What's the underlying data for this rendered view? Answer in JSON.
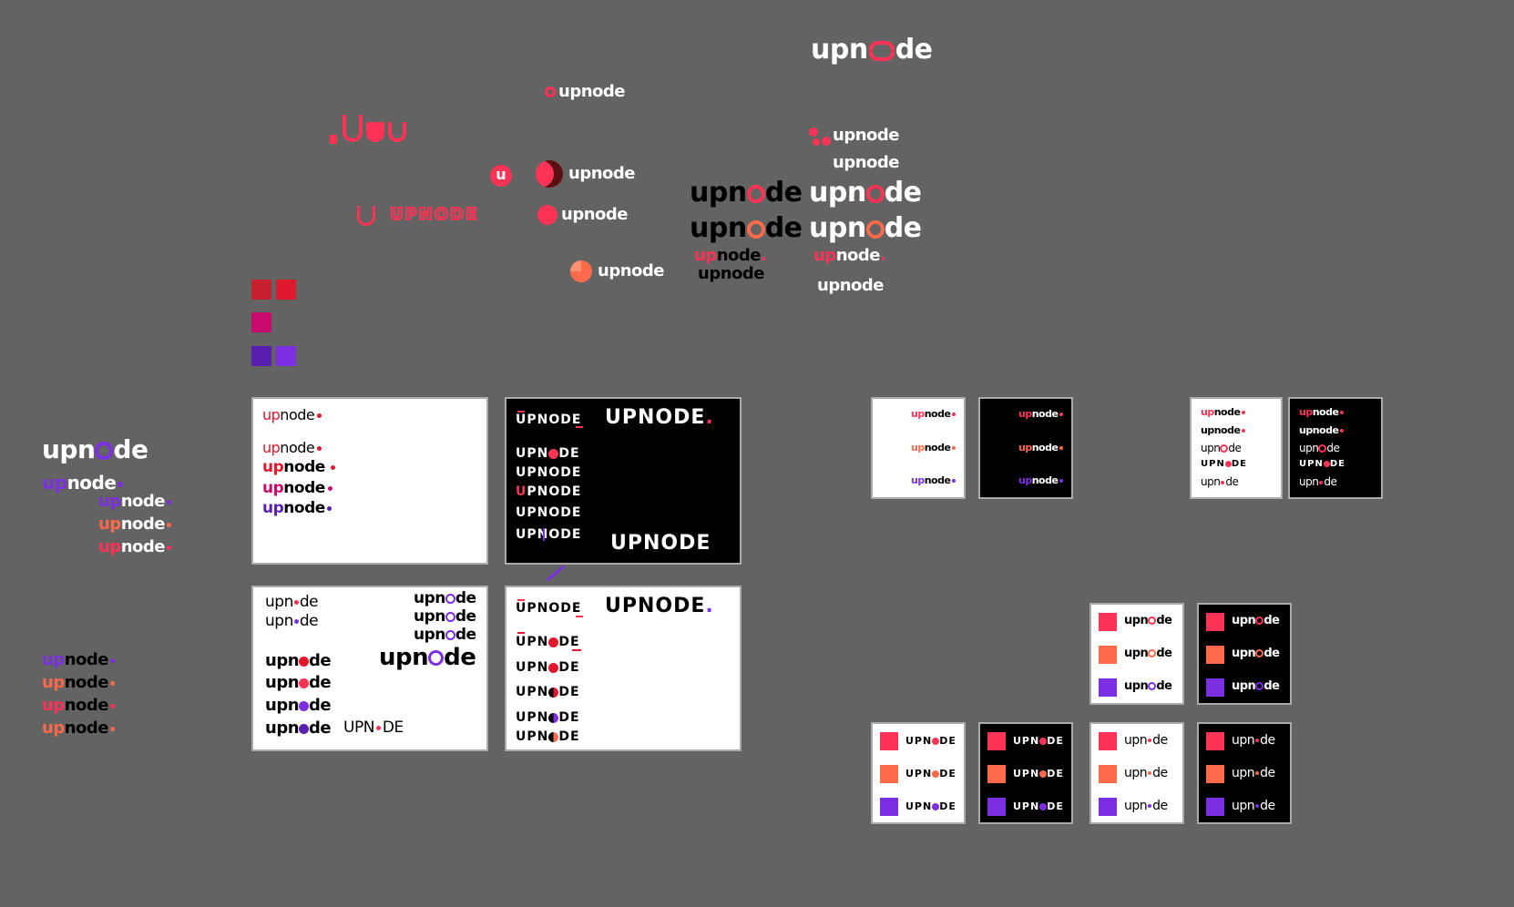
{
  "brand": {
    "name": "upnode",
    "name_caps": "UPNODE",
    "split_a": "upn",
    "split_b": "de",
    "split_c": "up",
    "split_d": "node",
    "split_e": "UPN",
    "split_f": "DE"
  },
  "colors": {
    "background": "#636363",
    "red": "#e0182d",
    "pink_red": "#ff3355",
    "orange": "#ff6a4a",
    "magenta": "#c90a6e",
    "purple": "#7b2fe0",
    "deep_purple": "#5a1fb0",
    "white": "#ffffff",
    "black": "#000000"
  },
  "icons": [
    "u-letter-icon",
    "ring-icon",
    "crescent-icon",
    "circle-icon",
    "pie-icon",
    "network-nodes-icon",
    "dot-icon",
    "color-swatch"
  ]
}
